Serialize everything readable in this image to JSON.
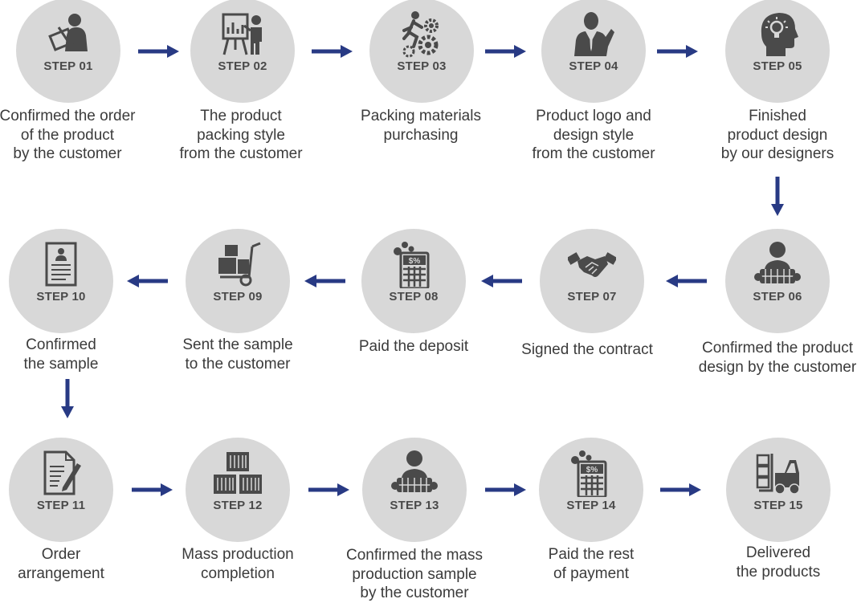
{
  "steps": [
    {
      "label": "STEP 01",
      "icon": "person-reviewing-order-icon",
      "caption": [
        "Confirmed the order",
        "of the product",
        "by the customer"
      ]
    },
    {
      "label": "STEP 02",
      "icon": "presentation-board-icon",
      "caption": [
        "The product",
        "packing style",
        "from the customer"
      ]
    },
    {
      "label": "STEP 03",
      "icon": "person-running-gears-icon",
      "caption": [
        "Packing materials",
        "purchasing"
      ]
    },
    {
      "label": "STEP 04",
      "icon": "businessman-icon",
      "caption": [
        "Product logo and",
        "design style",
        "from the customer"
      ]
    },
    {
      "label": "STEP 05",
      "icon": "head-lightbulb-icon",
      "caption": [
        "Finished",
        "product design",
        "by our designers"
      ]
    },
    {
      "label": "STEP 06",
      "icon": "person-holding-product-icon",
      "caption": [
        "Confirmed the product",
        "design by the customer"
      ]
    },
    {
      "label": "STEP 07",
      "icon": "handshake-icon",
      "caption": [
        "Signed the contract"
      ]
    },
    {
      "label": "STEP 08",
      "icon": "calculator-coins-icon",
      "caption": [
        "Paid the deposit"
      ]
    },
    {
      "label": "STEP 09",
      "icon": "hand-truck-boxes-icon",
      "caption": [
        "Sent the sample",
        "to the customer"
      ]
    },
    {
      "label": "STEP 10",
      "icon": "resume-document-icon",
      "caption": [
        "Confirmed",
        "the sample"
      ]
    },
    {
      "label": "STEP 11",
      "icon": "document-pen-icon",
      "caption": [
        "Order",
        "arrangement"
      ]
    },
    {
      "label": "STEP 12",
      "icon": "shipping-containers-icon",
      "caption": [
        "Mass production",
        "completion"
      ]
    },
    {
      "label": "STEP 13",
      "icon": "person-holding-product-icon",
      "caption": [
        "Confirmed the mass",
        "production sample",
        "by the customer"
      ]
    },
    {
      "label": "STEP 14",
      "icon": "calculator-coins-icon",
      "caption": [
        "Paid the rest",
        "of payment"
      ]
    },
    {
      "label": "STEP 15",
      "icon": "forklift-icon",
      "caption": [
        "Delivered",
        "the products"
      ]
    }
  ],
  "colors": {
    "circle": "#d8d8d8",
    "icon": "#4a4a4a",
    "arrow": "#283a84",
    "text": "#3b3b3b"
  }
}
